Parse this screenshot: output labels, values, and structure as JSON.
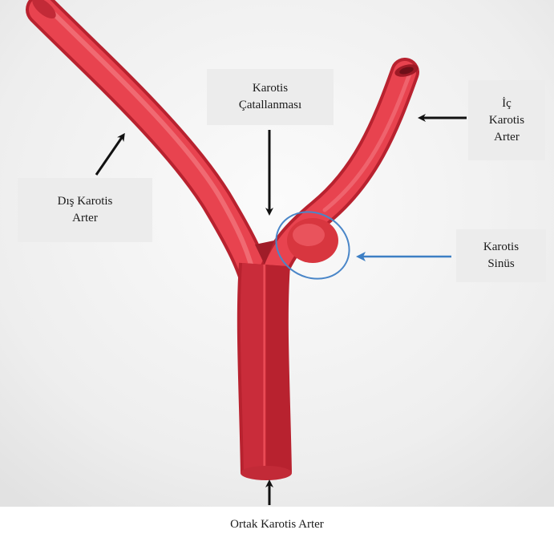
{
  "labels": {
    "dis_karotis": [
      "Dış Karotis",
      "Arter"
    ],
    "karotis_catallanmasi": [
      "Karotis",
      "Çatallanması"
    ],
    "ic_karotis": [
      "İç",
      "Karotis",
      "Arter"
    ],
    "karotis_sinus": [
      "Karotis",
      "Sinüs"
    ],
    "ortak_karotis": "Ortak Karotis Arter"
  },
  "colors": {
    "artery": "#e8434f",
    "artery_dark": "#c22a37",
    "artery_light": "#f46a73",
    "arrow_black": "#111111",
    "arrow_blue": "#3d7fc4",
    "sinus_outline": "#4a86c8"
  }
}
